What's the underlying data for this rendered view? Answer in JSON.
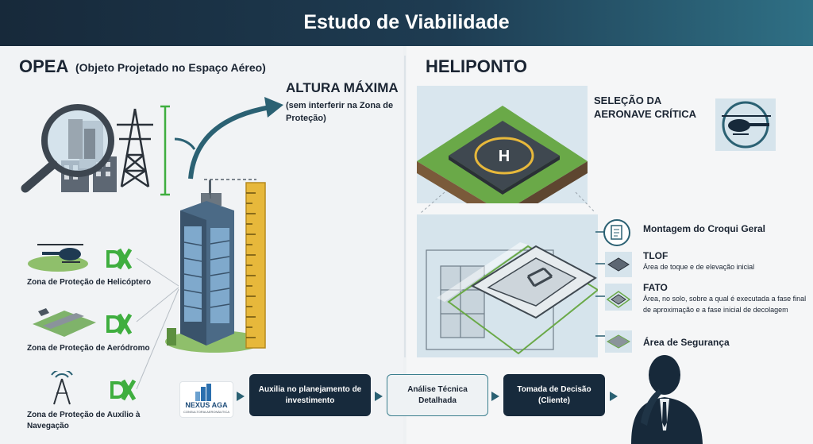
{
  "header": {
    "title": "Estudo de Viabilidade"
  },
  "opea": {
    "title": "OPEA",
    "subtitle": "(Objeto Projetado no Espaço Aéreo)",
    "altura_title": "ALTURA MÁXIMA",
    "altura_sub": "(sem interferir na Zona de Proteção)",
    "zones": [
      {
        "label": "Zona de Proteção de Helicóptero"
      },
      {
        "label": "Zona de Proteção de Aeródromo"
      },
      {
        "label": "Zona de Proteção de Auxílio à Navegação"
      }
    ],
    "icon_names": [
      "magnifier-icon",
      "power-tower-icon",
      "building-icon",
      "ruler-icon",
      "x-mark-icon",
      "helicopter-icon",
      "airport-icon",
      "antenna-icon"
    ]
  },
  "heliponto": {
    "title": "HELIPONTO",
    "selection_label": "SELEÇÃO DA AERONAVE CRÍTICA",
    "helipad_letter": "H",
    "items": [
      {
        "title": "Montagem do Croqui Geral",
        "desc": ""
      },
      {
        "title": "TLOF",
        "desc": "Área de toque e de elevação inicial"
      },
      {
        "title": "FATO",
        "desc": "Área, no solo, sobre a qual é executada a fase final de aproximação e a fase inicial de decolagem"
      },
      {
        "title": "Área de Segurança",
        "desc": ""
      }
    ]
  },
  "flow": {
    "logo_main": "NEXUS AGA",
    "logo_sub": "CONSULTORIA AERONÁUTICA",
    "steps": [
      {
        "label": "Auxilia no planejamento de investimento"
      },
      {
        "label": "Análise Técnica Detalhada"
      },
      {
        "label": "Tomada de Decisão (Cliente)"
      }
    ]
  },
  "colors": {
    "header_dark": "#17293a",
    "header_teal": "#2f7085",
    "accent_green": "#3fae3f",
    "flow_dark": "#172a3c",
    "ruler_yellow": "#e7b83b"
  }
}
